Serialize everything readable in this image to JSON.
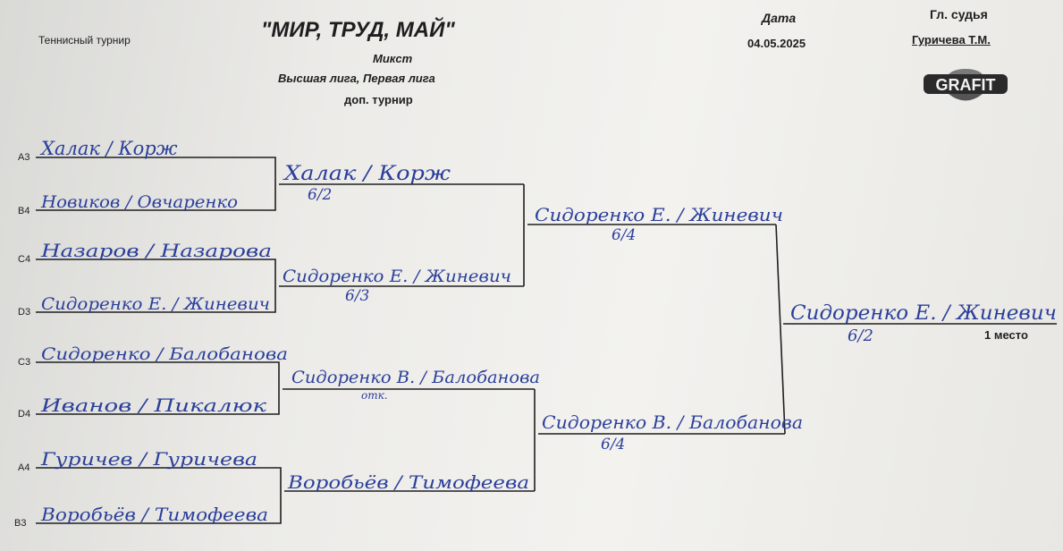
{
  "header": {
    "tournament_label": "Теннисный турнир",
    "title": "\"МИР, ТРУД, МАЙ\"",
    "category": "Микст",
    "leagues": "Высшая лига, Первая лига",
    "subtitle": "доп. турнир",
    "date_label": "Дата",
    "date_value": "04.05.2025",
    "judge_label": "Гл. судья",
    "judge_name": "Гуричева Т.М.",
    "logo_text": "GRAFIT"
  },
  "round1": [
    {
      "seed": "A3",
      "pair": "Халак / Корж"
    },
    {
      "seed": "B4",
      "pair": "Новиков / Овчаренко"
    },
    {
      "seed": "C4",
      "pair": "Назаров / Назарова"
    },
    {
      "seed": "D3",
      "pair": "Сидоренко Е. / Жиневич"
    },
    {
      "seed": "C3",
      "pair": "Сидоренко / Балобанова"
    },
    {
      "seed": "D4",
      "pair": "Иванов / Пикалюк"
    },
    {
      "seed": "A4",
      "pair": "Гуричев / Гуричева"
    },
    {
      "seed": "B3",
      "pair": "Воробьёв / Тимофеева"
    }
  ],
  "round2": [
    {
      "pair": "Халак / Корж",
      "score": "6/2"
    },
    {
      "pair": "Сидоренко Е. / Жиневич",
      "score": "6/3"
    },
    {
      "pair": "Сидоренко В. / Балобанова",
      "score": "отк."
    },
    {
      "pair": "Воробьёв / Тимофеева",
      "score": ""
    }
  ],
  "semifinal": [
    {
      "pair": "Сидоренко Е. / Жиневич",
      "score": "6/4"
    },
    {
      "pair": "Сидоренко В. / Балобанова",
      "score": "6/4"
    }
  ],
  "final": {
    "pair": "Сидоренко Е. / Жиневич",
    "score": "6/2",
    "place": "1 место"
  }
}
